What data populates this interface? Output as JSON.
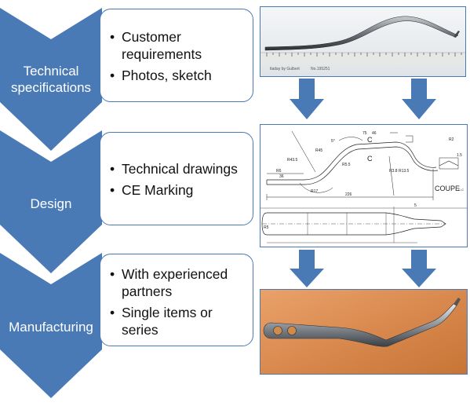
{
  "colors": {
    "chevron": "#4a7ab5",
    "box_border": "#4a7ab5",
    "arrow": "#4a7ab5"
  },
  "stages": [
    {
      "label_lines": [
        "Technical",
        "specifications"
      ],
      "bullets": [
        "Customer requirements",
        "Photos, sketch"
      ]
    },
    {
      "label_lines": [
        "Design"
      ],
      "bullets": [
        "Technical drawings",
        "CE Marking"
      ]
    },
    {
      "label_lines": [
        "Manufacturing"
      ],
      "bullets": [
        "With experienced partners",
        "Single items or series"
      ]
    }
  ],
  "bullet_char": "•",
  "photo1": {
    "ruler_text": "tladay by Gulbert",
    "ruler_number": "No.195251"
  },
  "drawing": {
    "dimensions": [
      "R6",
      "5°",
      "R45",
      "75",
      "R5.5",
      "R43.5",
      "36",
      "R17",
      "226",
      "R3.8",
      "R13.5",
      "46",
      "R2",
      "1.5",
      "5",
      "R5"
    ],
    "section_mark": "C",
    "section_label": "COUPE",
    "section_sub": "C-C"
  }
}
